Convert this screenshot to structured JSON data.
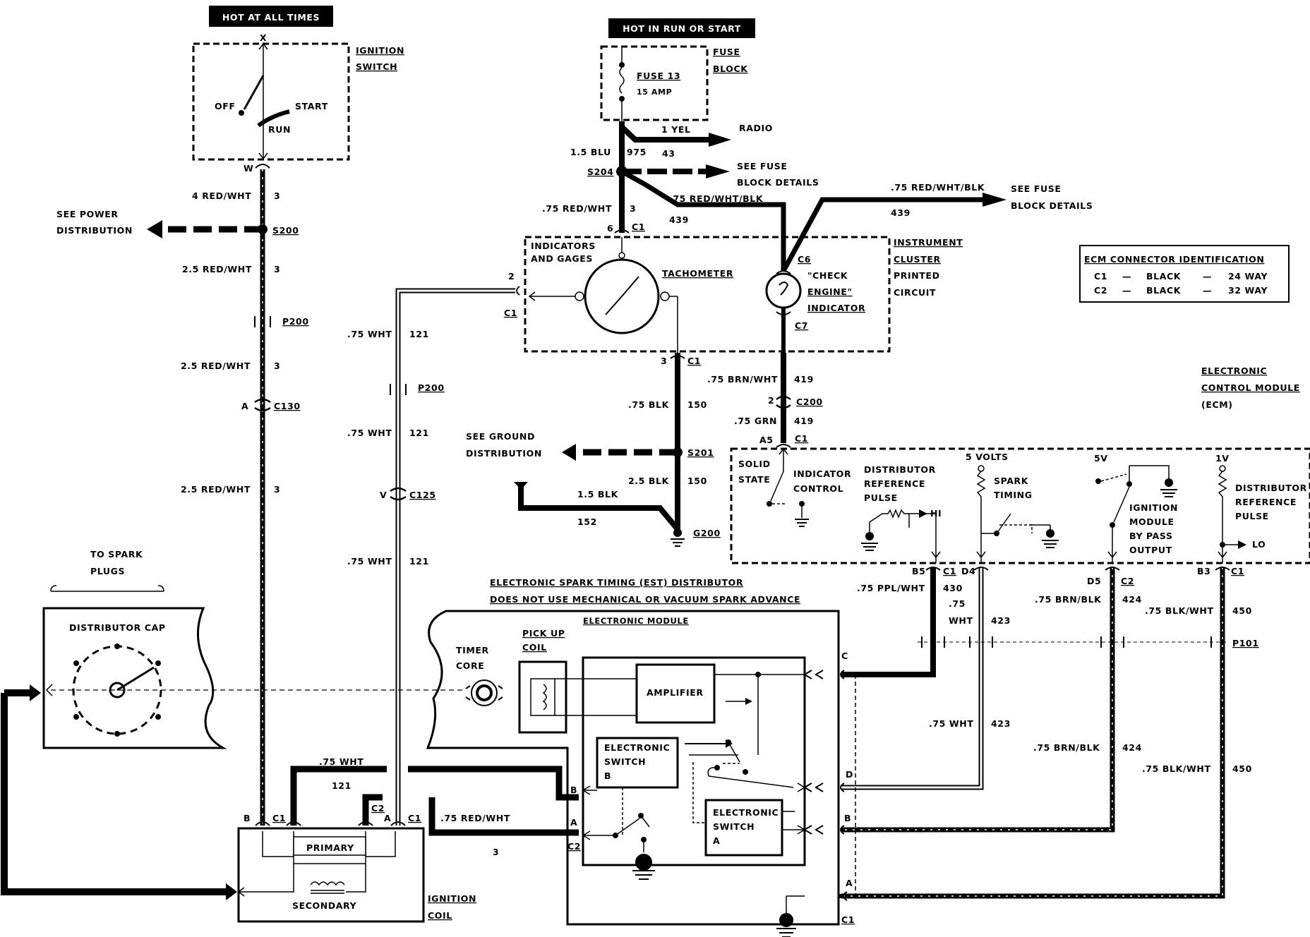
{
  "banners": {
    "hot_at_all_times": "HOT AT ALL TIMES",
    "hot_in_run_or_start": "HOT IN RUN OR START"
  },
  "ignition_switch": {
    "label_line1": "IGNITION",
    "label_line2": "SWITCH",
    "pos_off": "OFF",
    "pos_start": "START",
    "pos_run": "RUN",
    "terminal_x": "X",
    "terminal_w": "W"
  },
  "fuse_block": {
    "label_line1": "FUSE",
    "label_line2": "BLOCK",
    "fuse_name": "FUSE 13",
    "fuse_rating": "15 AMP"
  },
  "feeds": {
    "radio_wire": "1 YEL",
    "radio_circuit": "43",
    "radio_label": "RADIO",
    "blu_wire": "1.5 BLU",
    "blu_circuit": "975",
    "splice_s204": "S204",
    "see_fuse_1_line1": "SEE FUSE",
    "see_fuse_1_line2": "BLOCK DETAILS",
    "rwb_wire_a": ".75 RED/WHT/BLK",
    "rwb_circuit_a": "439",
    "rwb_wire_b": ".75 RED/WHT/BLK",
    "rwb_circuit_b": "439",
    "see_fuse_2_line1": "SEE FUSE",
    "see_fuse_2_line2": "BLOCK DETAILS",
    "rw_wire": ".75 RED/WHT",
    "rw_circuit": "3",
    "pin_6": "6",
    "conn_c1": "C1"
  },
  "left_feed": {
    "wire1": "4 RED/WHT",
    "circuit1": "3",
    "see_power_line1": "SEE POWER",
    "see_power_line2": "DISTRIBUTION",
    "splice_s200": "S200",
    "wire2": "2.5 RED/WHT",
    "circuit2": "3",
    "p200": "P200",
    "wire3": "2.5 RED/WHT",
    "circuit3": "3",
    "pin_a": "A",
    "c130": "C130",
    "wire4": "2.5 RED/WHT",
    "circuit4": "3"
  },
  "tach_feed": {
    "pin_2": "2",
    "conn_c1": "C1",
    "wire1": ".75 WHT",
    "circuit1": "121",
    "p200": "P200",
    "wire2": ".75 WHT",
    "circuit2": "121",
    "pin_v": "V",
    "c125": "C125",
    "wire3": ".75 WHT",
    "circuit3": "121"
  },
  "cluster": {
    "indicators_line1": "INDICATORS",
    "indicators_line2": "AND GAGES",
    "tachometer": "TACHOMETER",
    "conn_c6": "C6",
    "check_line1": "\"CHECK",
    "check_line2": "ENGINE\"",
    "check_line3": "INDICATOR",
    "conn_c7": "C7",
    "label_line1": "INSTRUMENT",
    "label_line2": "CLUSTER",
    "label_line3": "PRINTED",
    "label_line4": "CIRCUIT"
  },
  "ground": {
    "pin_3": "3",
    "conn_c1": "C1",
    "wire1": ".75 BLK",
    "circuit1": "150",
    "see_ground_line1": "SEE GROUND",
    "see_ground_line2": "DISTRIBUTION",
    "splice_s201": "S201",
    "wire2": "2.5 BLK",
    "circuit2": "150",
    "wire3": "1.5 BLK",
    "circuit3": "152",
    "g200": "G200"
  },
  "check_engine_feed": {
    "wire1": ".75 BRN/WHT",
    "circuit1": "419",
    "pin_2": "2",
    "c200": "C200",
    "wire2": ".75 GRN",
    "circuit2": "419",
    "pin_a5": "A5",
    "conn_c1": "C1"
  },
  "ecm_id": {
    "title": "ECM CONNECTOR IDENTIFICATION",
    "row1": [
      "C1",
      "—",
      "BLACK",
      "—",
      "24 WAY"
    ],
    "row2": [
      "C2",
      "—",
      "BLACK",
      "—",
      "32 WAY"
    ]
  },
  "ecm": {
    "label_line1": "ELECTRONIC",
    "label_line2": "CONTROL MODULE",
    "label_line3": "(ECM)",
    "solid_line1": "SOLID",
    "solid_line2": "STATE",
    "indicator_line1": "INDICATOR",
    "indicator_line2": "CONTROL",
    "dist_ref_line1": "DISTRIBUTOR",
    "dist_ref_line2": "REFERENCE",
    "dist_ref_line3": "PULSE",
    "hi": "HI",
    "five_volts": "5 VOLTS",
    "spark_line1": "SPARK",
    "spark_line2": "TIMING",
    "five_v": "5V",
    "bypass_line1": "IGNITION",
    "bypass_line2": "MODULE",
    "bypass_line3": "BY PASS",
    "bypass_line4": "OUTPUT",
    "one_v": "1V",
    "dist_ref2_line1": "DISTRIBUTOR",
    "dist_ref2_line2": "REFERENCE",
    "dist_ref2_line3": "PULSE",
    "lo": "LO"
  },
  "ecm_pins": {
    "b5": "B5",
    "b5_conn": "C1",
    "d4": "D4",
    "d5": "D5",
    "d5_conn": "C2",
    "b3": "B3",
    "b3_conn": "C1"
  },
  "ecm_wires": {
    "ppl_wire": ".75 PPL/WHT",
    "ppl_circuit": "430",
    "wht_wire_line1": ".75",
    "wht_wire_line2": "WHT",
    "wht_circuit": "423",
    "brn_wire": ".75 BRN/BLK",
    "brn_circuit": "424",
    "blkwht_wire": ".75 BLK/WHT",
    "blkwht_circuit": "450",
    "p101": "P101",
    "wht_wire2": ".75 WHT",
    "wht_circuit2": "423",
    "brn_wire2": ".75 BRN/BLK",
    "brn_circuit2": "424",
    "blkwht_wire2": ".75 BLK/WHT",
    "blkwht_circuit2": "450"
  },
  "distributor": {
    "heading_line1": "ELECTRONIC SPARK TIMING (EST) DISTRIBUTOR",
    "heading_line2": "DOES NOT USE MECHANICAL OR VACUUM SPARK ADVANCE",
    "electronic_module": "ELECTRONIC MODULE",
    "pickup_line1": "PICK UP",
    "pickup_line2": "COIL",
    "timer_line1": "TIMER",
    "timer_line2": "CORE",
    "amplifier": "AMPLIFIER",
    "switch_b_line1": "ELECTRONIC",
    "switch_b_line2": "SWITCH",
    "switch_b_line3": "B",
    "switch_a_line1": "ELECTRONIC",
    "switch_a_line2": "SWITCH",
    "switch_a_line3": "A",
    "term_c": "C",
    "term_d": "D",
    "term_b_right": "B",
    "term_a_right": "A",
    "conn_c1_right": "C1",
    "term_b_left": "B",
    "term_a_left": "A",
    "conn_c2_left": "C2"
  },
  "spark": {
    "to_line1": "TO SPARK",
    "to_line2": "PLUGS",
    "cap": "DISTRIBUTOR CAP"
  },
  "coil": {
    "wht_wire": ".75 WHT",
    "wht_circuit": "121",
    "rw_wire": ".75 RED/WHT",
    "rw_circuit": "3",
    "pin_b": "B",
    "conn_c1a": "C1",
    "conn_c2": "C2",
    "pin_a": "A",
    "conn_c1b": "C1",
    "primary": "PRIMARY",
    "secondary": "SECONDARY",
    "label_line1": "IGNITION",
    "label_line2": "COIL"
  }
}
